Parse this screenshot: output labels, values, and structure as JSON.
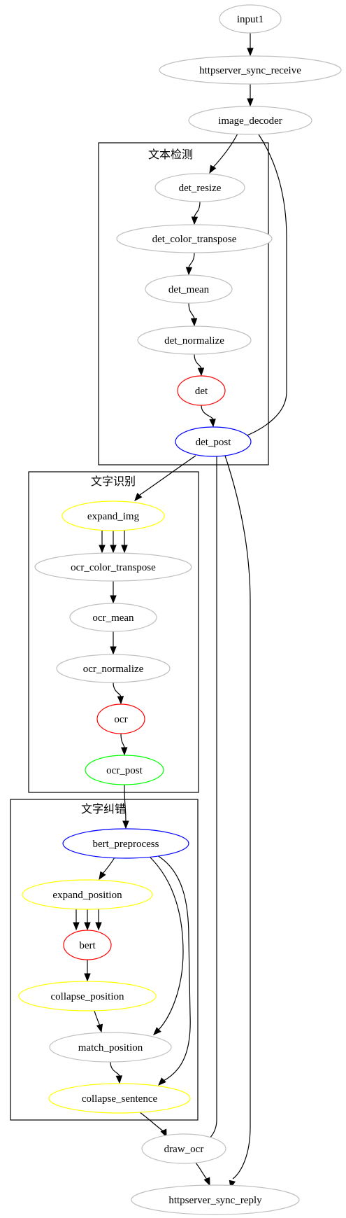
{
  "colors": {
    "default_node": "#c0c0c0",
    "red": "#ff0000",
    "blue": "#0000ff",
    "yellow": "#ffff00",
    "green": "#00ff00",
    "edge": "#000000",
    "cluster": "#000000"
  },
  "clusters": [
    {
      "id": "text_detect",
      "label": "文本检测"
    },
    {
      "id": "text_recog",
      "label": "文字识别"
    },
    {
      "id": "text_correct",
      "label": "文字纠错"
    }
  ],
  "nodes": [
    {
      "id": "input1",
      "label": "input1",
      "color": "default_node"
    },
    {
      "id": "httpserver_sync_receive",
      "label": "httpserver_sync_receive",
      "color": "default_node"
    },
    {
      "id": "image_decoder",
      "label": "image_decoder",
      "color": "default_node"
    },
    {
      "id": "det_resize",
      "label": "det_resize",
      "color": "default_node"
    },
    {
      "id": "det_color_transpose",
      "label": "det_color_transpose",
      "color": "default_node"
    },
    {
      "id": "det_mean",
      "label": "det_mean",
      "color": "default_node"
    },
    {
      "id": "det_normalize",
      "label": "det_normalize",
      "color": "default_node"
    },
    {
      "id": "det",
      "label": "det",
      "color": "red"
    },
    {
      "id": "det_post",
      "label": "det_post",
      "color": "blue"
    },
    {
      "id": "expand_img",
      "label": "expand_img",
      "color": "yellow"
    },
    {
      "id": "ocr_color_transpose",
      "label": "ocr_color_transpose",
      "color": "default_node"
    },
    {
      "id": "ocr_mean",
      "label": "ocr_mean",
      "color": "default_node"
    },
    {
      "id": "ocr_normalize",
      "label": "ocr_normalize",
      "color": "default_node"
    },
    {
      "id": "ocr",
      "label": "ocr",
      "color": "red"
    },
    {
      "id": "ocr_post",
      "label": "ocr_post",
      "color": "green"
    },
    {
      "id": "bert_preprocess",
      "label": "bert_preprocess",
      "color": "blue"
    },
    {
      "id": "expand_position",
      "label": "expand_position",
      "color": "yellow"
    },
    {
      "id": "bert",
      "label": "bert",
      "color": "red"
    },
    {
      "id": "collapse_position",
      "label": "collapse_position",
      "color": "yellow"
    },
    {
      "id": "match_position",
      "label": "match_position",
      "color": "default_node"
    },
    {
      "id": "collapse_sentence",
      "label": "collapse_sentence",
      "color": "yellow"
    },
    {
      "id": "draw_ocr",
      "label": "draw_ocr",
      "color": "default_node"
    },
    {
      "id": "httpserver_sync_reply",
      "label": "httpserver_sync_reply",
      "color": "default_node"
    }
  ],
  "edges": [
    {
      "from": "input1",
      "to": "httpserver_sync_receive"
    },
    {
      "from": "httpserver_sync_receive",
      "to": "image_decoder"
    },
    {
      "from": "image_decoder",
      "to": "det_resize"
    },
    {
      "from": "image_decoder",
      "to": "det_post"
    },
    {
      "from": "det_resize",
      "to": "det_color_transpose"
    },
    {
      "from": "det_color_transpose",
      "to": "det_mean"
    },
    {
      "from": "det_mean",
      "to": "det_normalize"
    },
    {
      "from": "det_normalize",
      "to": "det"
    },
    {
      "from": "det",
      "to": "det_post"
    },
    {
      "from": "det_post",
      "to": "expand_img"
    },
    {
      "from": "det_post",
      "to": "draw_ocr"
    },
    {
      "from": "det_post",
      "to": "httpserver_sync_reply"
    },
    {
      "from": "expand_img",
      "to": "ocr_color_transpose",
      "multiplicity": 3
    },
    {
      "from": "ocr_color_transpose",
      "to": "ocr_mean"
    },
    {
      "from": "ocr_mean",
      "to": "ocr_normalize"
    },
    {
      "from": "ocr_normalize",
      "to": "ocr"
    },
    {
      "from": "ocr",
      "to": "ocr_post"
    },
    {
      "from": "ocr_post",
      "to": "bert_preprocess"
    },
    {
      "from": "bert_preprocess",
      "to": "expand_position"
    },
    {
      "from": "bert_preprocess",
      "to": "match_position"
    },
    {
      "from": "bert_preprocess",
      "to": "collapse_sentence"
    },
    {
      "from": "expand_position",
      "to": "bert",
      "multiplicity": 3
    },
    {
      "from": "bert",
      "to": "collapse_position"
    },
    {
      "from": "collapse_position",
      "to": "match_position"
    },
    {
      "from": "match_position",
      "to": "collapse_sentence"
    },
    {
      "from": "collapse_sentence",
      "to": "draw_ocr"
    },
    {
      "from": "draw_ocr",
      "to": "httpserver_sync_reply"
    }
  ]
}
